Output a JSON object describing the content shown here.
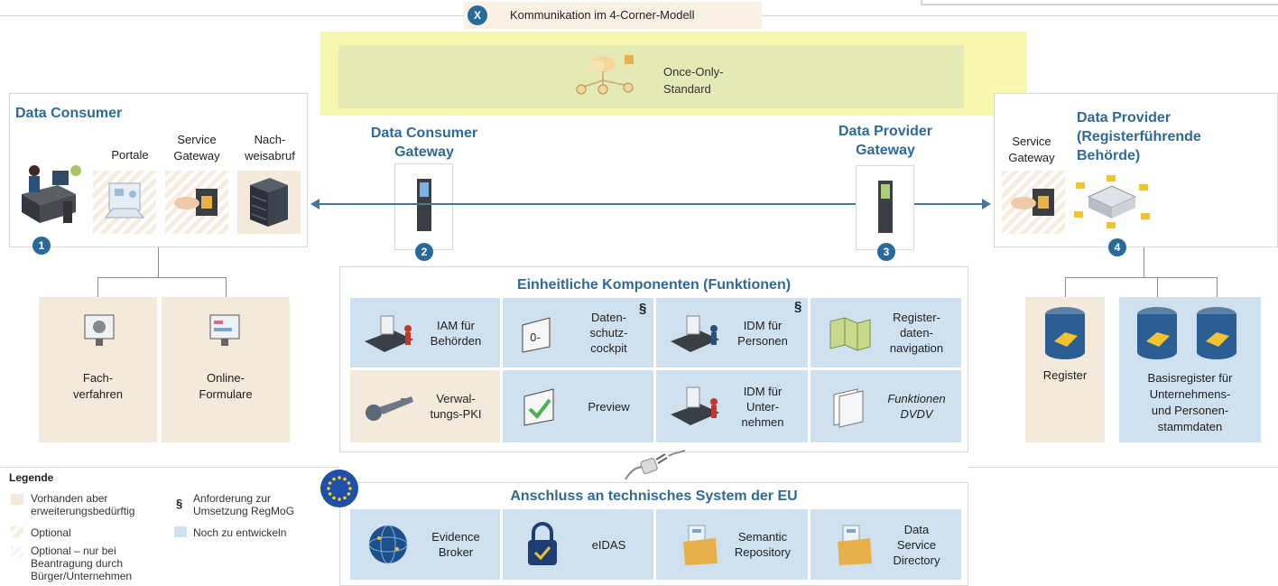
{
  "top_bar": {
    "badge": "X",
    "title": "Kommunikation im 4-Corner-Modell"
  },
  "standard": {
    "label_line1": "Once-Only-",
    "label_line2": "Standard"
  },
  "consumer": {
    "title": "Data Consumer",
    "portale": "Portale",
    "service_gateway_1": "Service",
    "service_gateway_2": "Gateway",
    "nachweis_1": "Nach-",
    "nachweis_2": "weisabruf",
    "badge": "1"
  },
  "consumer_gateway": {
    "title_1": "Data Consumer",
    "title_2": "Gateway",
    "badge": "2"
  },
  "provider_gateway": {
    "title_1": "Data Provider",
    "title_2": "Gateway",
    "badge": "3"
  },
  "provider": {
    "title_1": "Data Provider",
    "title_2": "(Registerführende",
    "title_3": "Behörde)",
    "service_gateway_1": "Service",
    "service_gateway_2": "Gateway",
    "badge": "4"
  },
  "consumer_sub": {
    "fach_1": "Fach-",
    "fach_2": "verfahren",
    "online_1": "Online-",
    "online_2": "Formulare"
  },
  "components": {
    "title": "Einheitliche Komponenten (Funktionen)",
    "iam_1": "IAM für",
    "iam_2": "Behörden",
    "daten_1": "Daten-",
    "daten_2": "schutz-",
    "daten_3": "cockpit",
    "idm_p_1": "IDM für",
    "idm_p_2": "Personen",
    "reg_nav_1": "Register-",
    "reg_nav_2": "daten-",
    "reg_nav_3": "navigation",
    "pki_1": "Verwal-",
    "pki_2": "tungs-PKI",
    "preview": "Preview",
    "idm_u_1": "IDM für",
    "idm_u_2": "Unter-",
    "idm_u_3": "nehmen",
    "dvdv_1": "Funktionen",
    "dvdv_2": "DVDV",
    "paragraph": "§"
  },
  "registers": {
    "register": "Register",
    "basis_1": "Basisregister für",
    "basis_2": "Unternehmens-",
    "basis_3": "und Personen-",
    "basis_4": "stammdaten"
  },
  "eu": {
    "title": "Anschluss an technisches System der EU",
    "evidence_1": "Evidence",
    "evidence_2": "Broker",
    "eidas": "eIDAS",
    "semantic_1": "Semantic",
    "semantic_2": "Repository",
    "dsd_1": "Data",
    "dsd_2": "Service",
    "dsd_3": "Directory"
  },
  "legend": {
    "title": "Legende",
    "vorhanden_1": "Vorhanden aber",
    "vorhanden_2": "erweiterungsbedürftig",
    "optional": "Optional",
    "optional_nur_1": "Optional – nur bei",
    "optional_nur_2": "Beantragung durch",
    "optional_nur_3": "Bürger/Unternehmen",
    "paragraph": "§",
    "anforderung_1": "Anforderung zur",
    "anforderung_2": "Umsetzung RegMoG",
    "noch": "Noch zu entwickeln"
  },
  "colors": {
    "accent_blue": "#2f6a96",
    "beige": "#f3eadb",
    "light_blue": "#cfe0ee",
    "yellow": "#f8f7b0"
  }
}
